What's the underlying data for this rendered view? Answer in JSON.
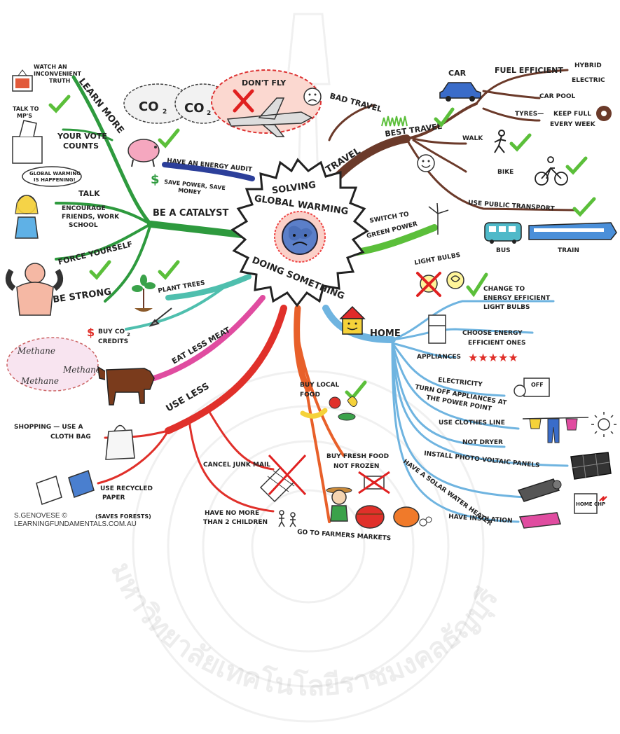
{
  "center": {
    "line1": "SOLVING",
    "line2": "GLOBAL WARMING",
    "line3": "DOING SOMETHING"
  },
  "travel": {
    "label": "TRAVEL",
    "bad_travel": "BAD TRAVEL",
    "dont_fly": "DON'T FLY",
    "co2_a": "CO",
    "co2_b": "CO",
    "best_travel": "BEST TRAVEL",
    "car": "CAR",
    "fuel_efficient": "FUEL EFFICIENT",
    "hybrid": "HYBRID",
    "electric": "ELECTRIC",
    "car_pool": "CAR POOL",
    "tyres": "TYRES—",
    "keep_full": "KEEP FULL",
    "every_week": "EVERY WEEK",
    "walk": "WALK",
    "bike": "BIKE",
    "public_transport": "USE PUBLIC TRANSPORT",
    "bus": "BUS",
    "train": "TRAIN"
  },
  "green_power": {
    "line1": "SWITCH TO",
    "line2": "GREEN POWER"
  },
  "home": {
    "label": "HOME",
    "light_bulbs": "LIGHT BULBS",
    "change1": "CHANGE TO",
    "change2": "ENERGY EFFICIENT",
    "change3": "LIGHT BULBS",
    "choose1": "CHOOSE ENERGY",
    "choose2": "EFFICIENT ONES",
    "appliances": "APPLIANCES",
    "stars": "★★★★★",
    "electricity": "ELECTRICITY",
    "turn_off1": "TURN OFF APPLIANCES AT",
    "turn_off2": "THE POWER POINT",
    "off": "OFF",
    "clothes_line": "USE CLOTHES LINE",
    "not_dryer": "NOT DRYER",
    "photo_voltaic": "INSTALL PHOTO-VOLTAIC PANELS",
    "solar_heater": "HAVE A SOLAR WATER HEATER",
    "home_chp": "HOME CHP",
    "insulation": "HAVE INSULATION"
  },
  "catalyst": {
    "label": "BE A CATALYST",
    "learn_more": "LEARN MORE",
    "watch1": "WATCH AN",
    "watch2": "INCONVENIENT",
    "watch3": "TRUTH",
    "talk_mps1": "TALK TO",
    "talk_mps2": "MP'S",
    "vote1": "YOUR VOTE",
    "vote2": "COUNTS",
    "energy_audit": "HAVE AN ENERGY AUDIT",
    "save1": "SAVE POWER, SAVE",
    "save2": "MONEY",
    "speech1": "GLOBAL WARMING",
    "speech2": "IS HAPPENING!",
    "talk": "TALK",
    "encourage1": "ENCOURAGE",
    "encourage2": "FRIENDS, WORK",
    "encourage3": "SCHOOL",
    "force_yourself": "FORCE YOURSELF",
    "be_strong": "BE STRONG"
  },
  "trees": {
    "plant_trees": "PLANT TREES",
    "buy1": "BUY CO",
    "buy2": "CREDITS"
  },
  "meat": {
    "label": "EAT LESS MEAT",
    "methane1": "Methane",
    "methane2": "Methane",
    "methane3": "Methane"
  },
  "use_less": {
    "label": "USE LESS",
    "shopping1": "SHOPPING — USE A",
    "shopping2": "CLOTH BAG",
    "recycled1": "USE RECYCLED",
    "recycled2": "PAPER",
    "recycled3": "(SAVES FORESTS)",
    "junk_mail": "CANCEL JUNK MAIL",
    "children1": "HAVE NO MORE",
    "children2": "THAN 2 CHILDREN"
  },
  "food": {
    "buy_local1": "BUY LOCAL",
    "buy_local2": "FOOD",
    "fresh1": "BUY FRESH FOOD",
    "fresh2": "NOT FROZEN",
    "farmers": "GO TO FARMERS MARKETS"
  },
  "credit": {
    "author": "S.GENOVESE ©",
    "site": "LEARNINGFUNDAMENTALS.COM.AU"
  },
  "watermark": "มหาวิทยาลัยเทคโนโลยีราชมงคลธัญบุรี",
  "colors": {
    "travel": "#6b3a2a",
    "home": "#6fb4e0",
    "catalyst": "#2e9a3e",
    "trees": "#4fbfae",
    "meat": "#e04ca0",
    "use_less": "#e0302a",
    "food": "#e8602a",
    "green_power": "#5bbf3a",
    "audit": "#2c3f9a"
  }
}
